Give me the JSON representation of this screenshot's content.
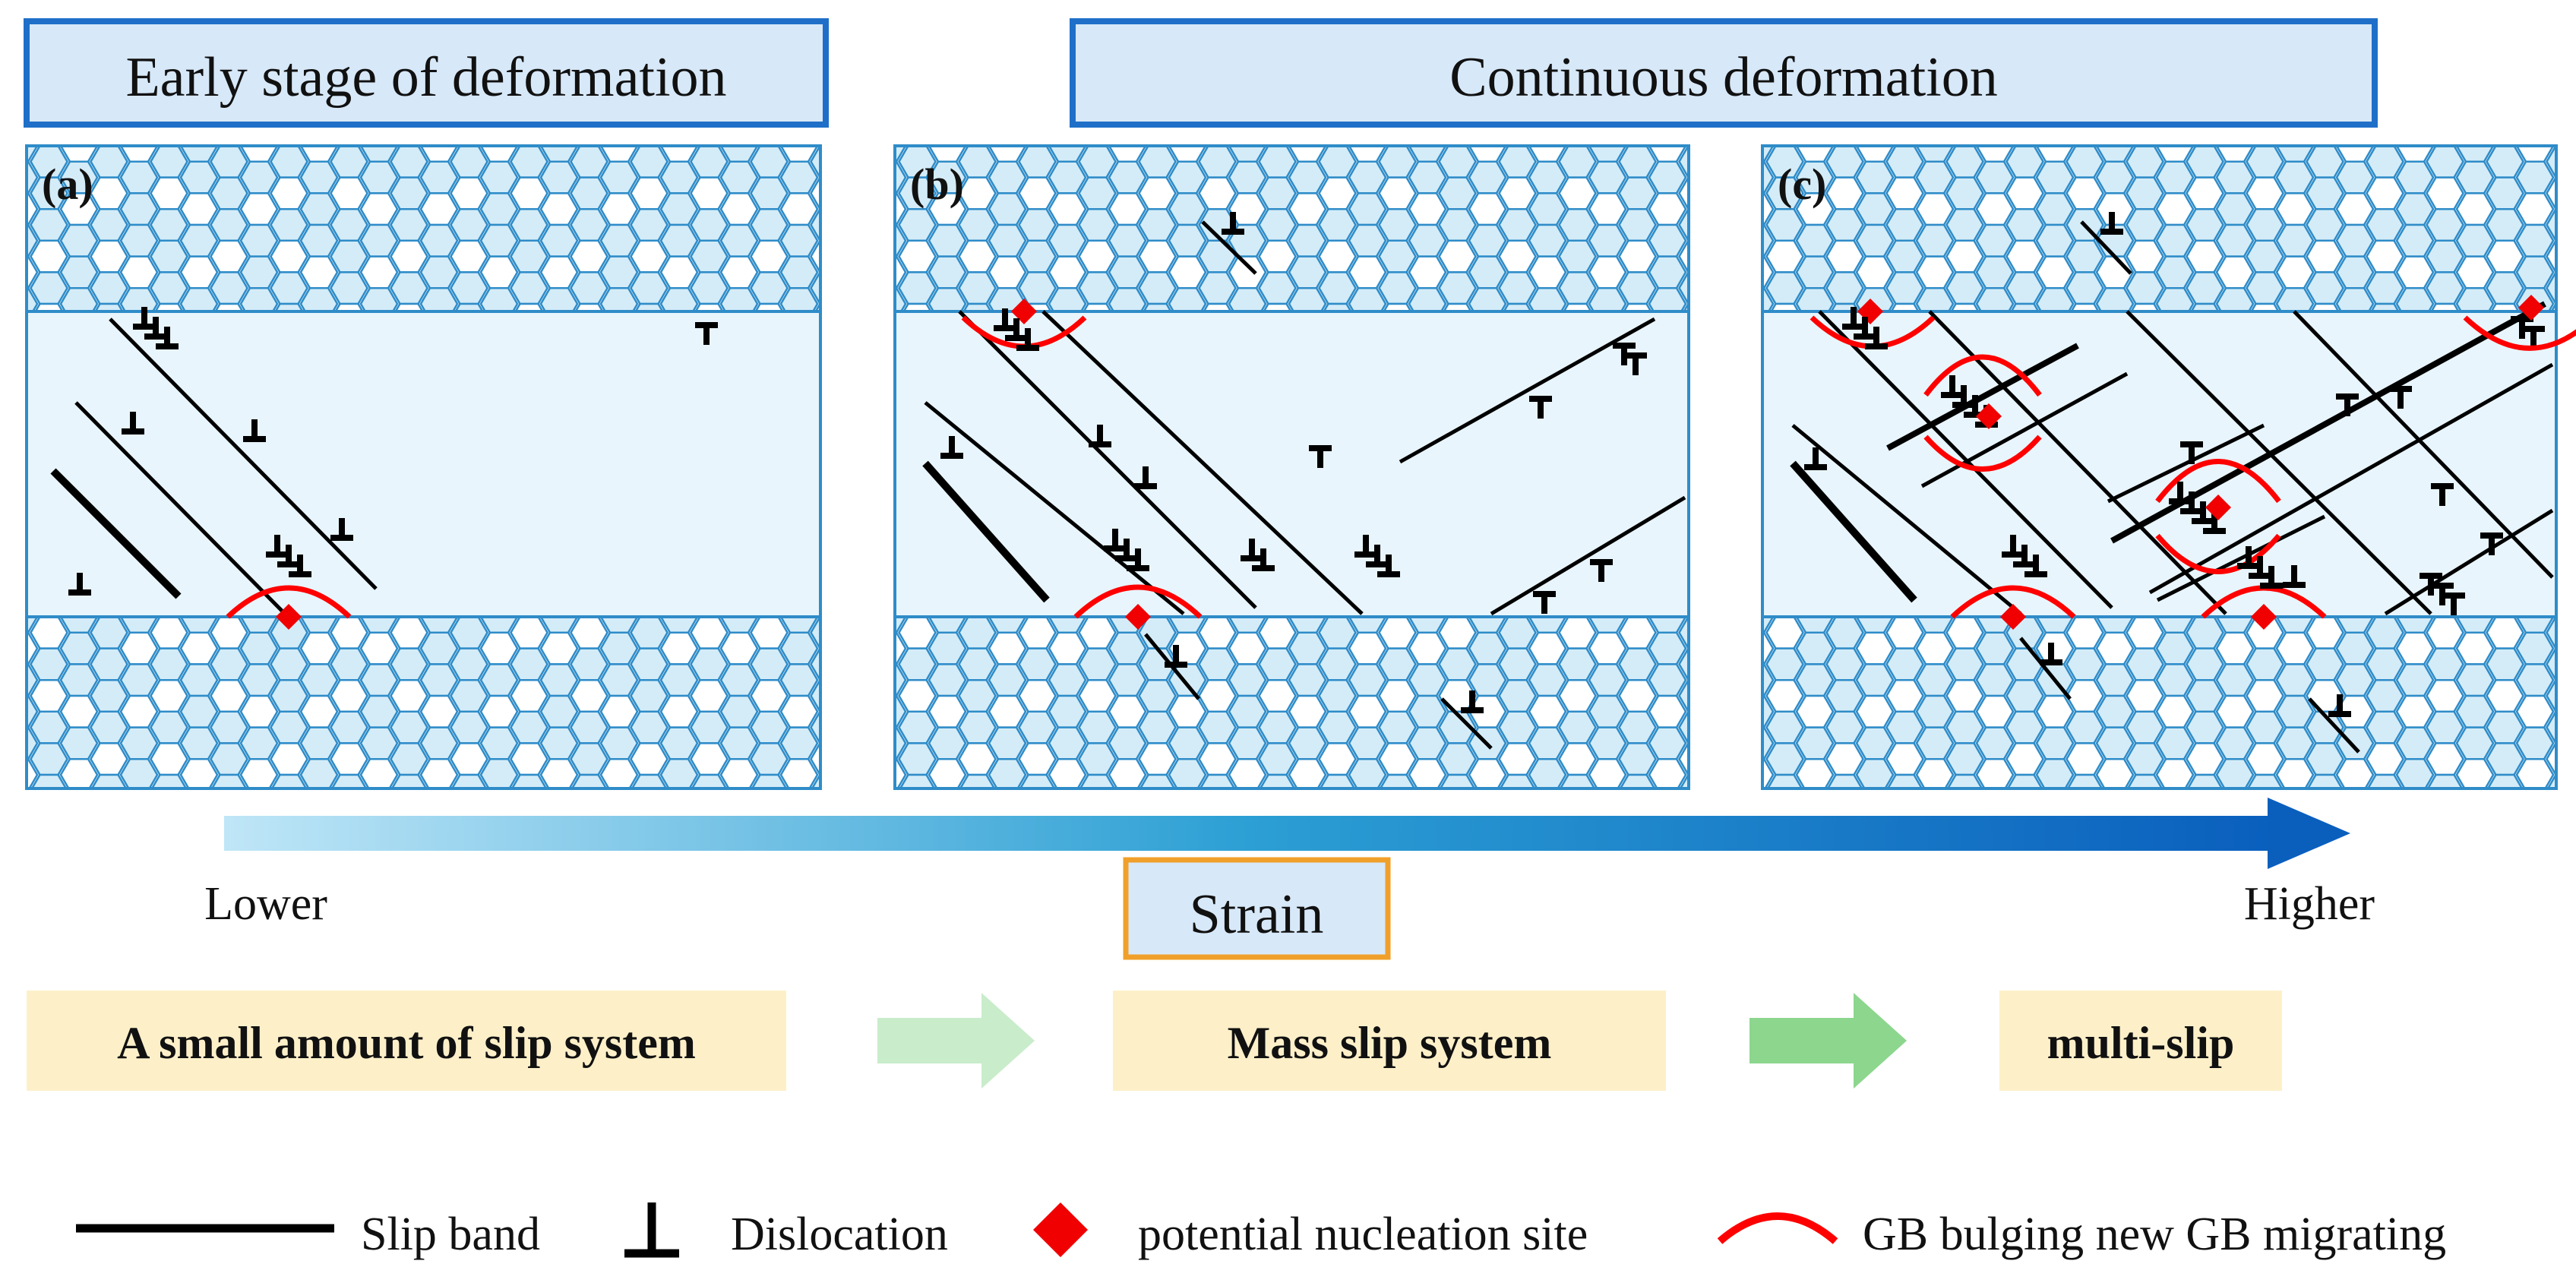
{
  "headers": {
    "early": "Early stage of deformation",
    "continuous": "Continuous deformation"
  },
  "panels": [
    {
      "label": "(a)"
    },
    {
      "label": "(b)"
    },
    {
      "label": "(c)"
    }
  ],
  "strain_axis": {
    "lower": "Lower",
    "higher": "Higher",
    "title": "Strain"
  },
  "stages": [
    "A small amount of slip system",
    "Mass slip system",
    "multi-slip"
  ],
  "legend": {
    "slip_band": "Slip band",
    "dislocation": "Dislocation",
    "nucleation": "potential nucleation site",
    "gb": "GB bulging new GB migrating"
  },
  "colors": {
    "hex_fill": "#d4ecf8",
    "grain_stroke": "#2f8cc8",
    "panel_fill": "#e8f5fc",
    "header_fill": "#d7e8f8",
    "header_stroke": "#1f6fc9",
    "strain_box_stroke": "#f0a02a",
    "stage_box_fill": "#fdf0c9",
    "arrow_green": "#8cd68e",
    "nucleation_red": "#f00000",
    "gb_red": "#ff0000",
    "gradient_start": "#bfe6f7",
    "gradient_end": "#0a5fbd"
  }
}
